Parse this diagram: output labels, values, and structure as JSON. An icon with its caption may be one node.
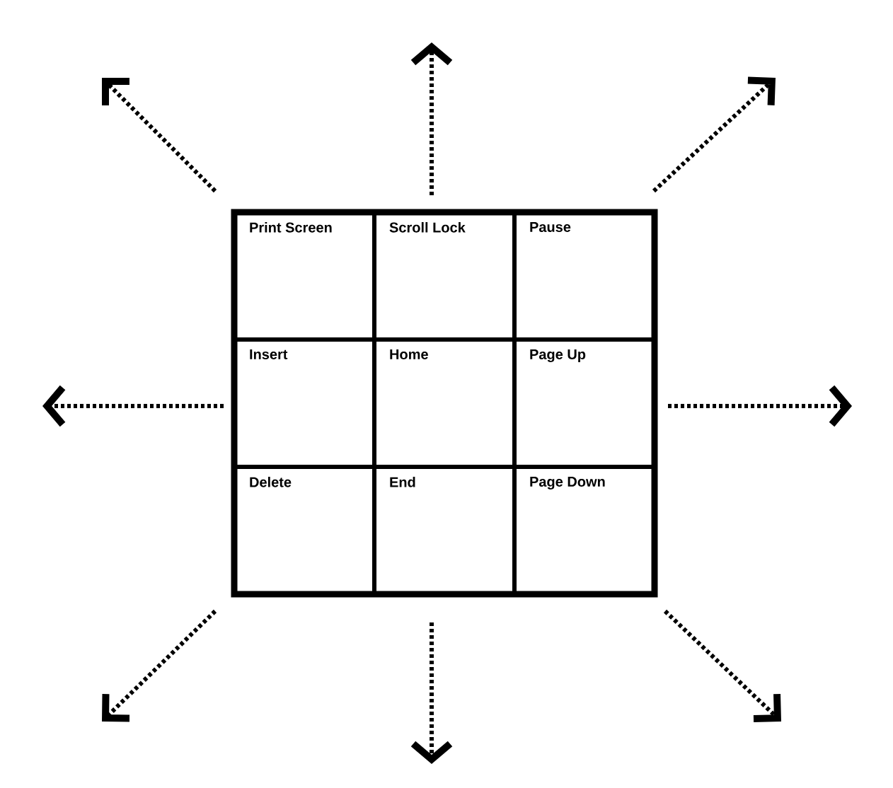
{
  "diagram": {
    "nodes": [
      {
        "text": [
          "Print Screen"
        ]
      },
      {
        "text": [
          "Scroll Lock"
        ]
      },
      {
        "text": [
          "Pause"
        ]
      },
      {
        "text": [
          "Insert"
        ]
      },
      {
        "text": [
          "Home"
        ]
      },
      {
        "text": [
          "Page Up"
        ]
      },
      {
        "text": [
          "Delete"
        ]
      },
      {
        "text": [
          "End"
        ]
      },
      {
        "text": [
          "Page Down"
        ]
      }
    ]
  }
}
